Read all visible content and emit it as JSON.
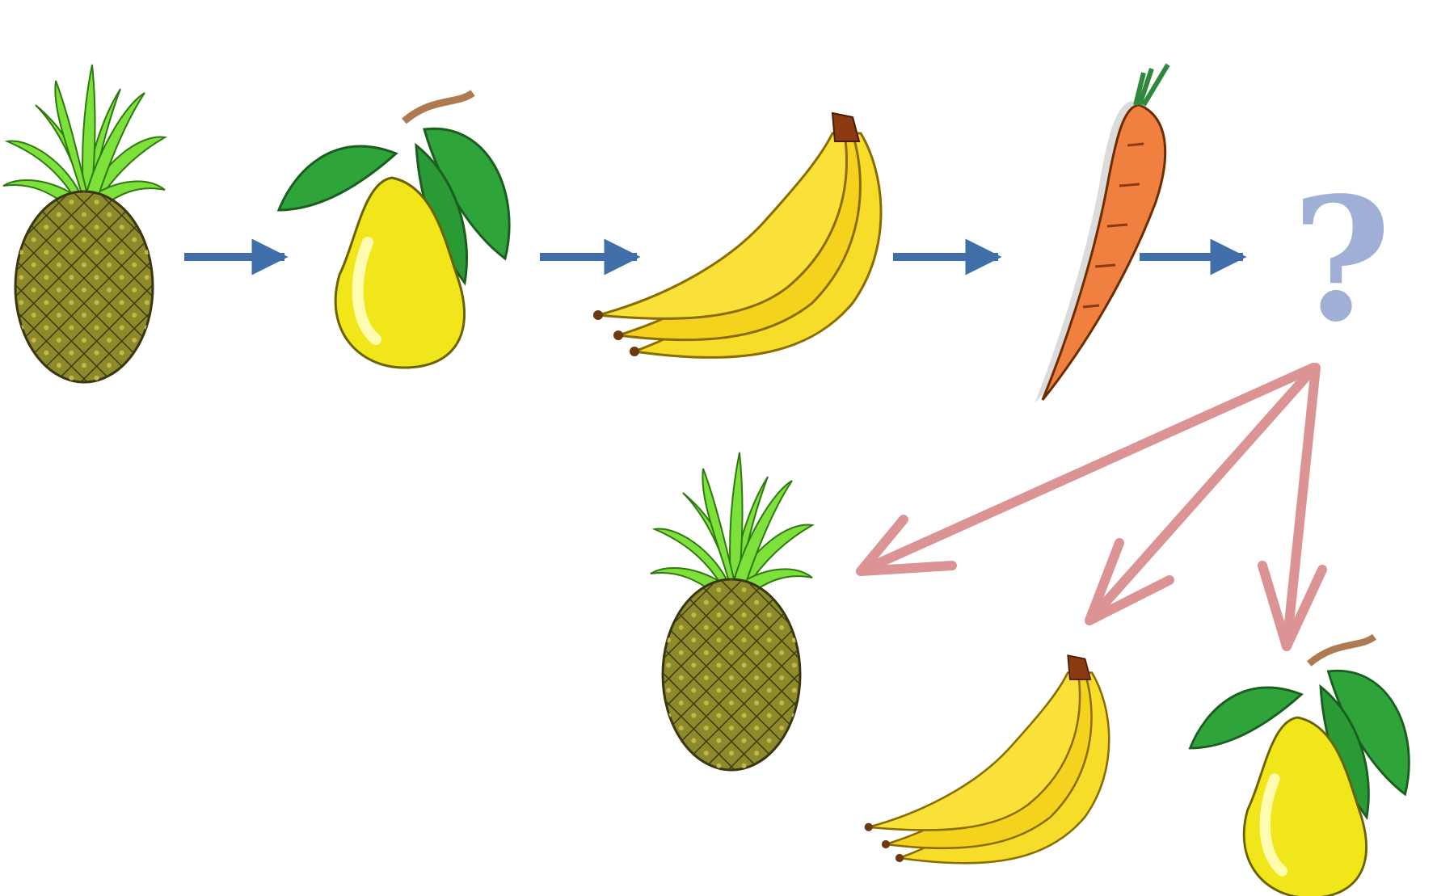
{
  "diagram": {
    "sequence": [
      {
        "item": "pineapple",
        "icon": "pineapple-icon"
      },
      {
        "item": "pear",
        "icon": "pear-icon"
      },
      {
        "item": "banana",
        "icon": "banana-icon"
      },
      {
        "item": "carrot",
        "icon": "carrot-icon"
      },
      {
        "item": "unknown",
        "icon": "question-mark-icon"
      }
    ],
    "question_mark": "?",
    "answer_options": [
      {
        "item": "pineapple",
        "icon": "pineapple-icon"
      },
      {
        "item": "banana",
        "icon": "banana-icon"
      },
      {
        "item": "pear",
        "icon": "pear-icon"
      }
    ],
    "colors": {
      "sequence_arrow": "#3f6ea8",
      "option_arrow": "#dc9394",
      "question_mark": "#8fa2d0"
    }
  }
}
